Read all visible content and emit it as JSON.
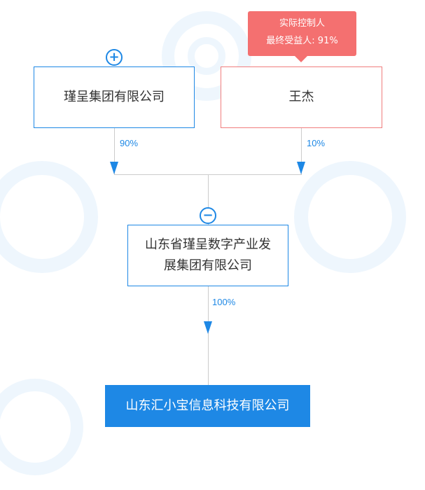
{
  "controller_badge": {
    "title": "实际控制人",
    "benefit_label": "最终受益人: 91%"
  },
  "shareholders": [
    {
      "name": "瑾呈集团有限公司",
      "percent": "90%",
      "toggle": "+"
    },
    {
      "name": "王杰",
      "percent": "10%"
    }
  ],
  "intermediate": {
    "name_line1": "山东省瑾呈数字产业发",
    "name_line2": "展集团有限公司",
    "percent": "100%",
    "toggle": "−"
  },
  "target_company": {
    "name": "山东汇小宝信息科技有限公司"
  },
  "colors": {
    "accent": "#1e88e5",
    "controller": "#f47070",
    "connector": "#cccccc"
  }
}
